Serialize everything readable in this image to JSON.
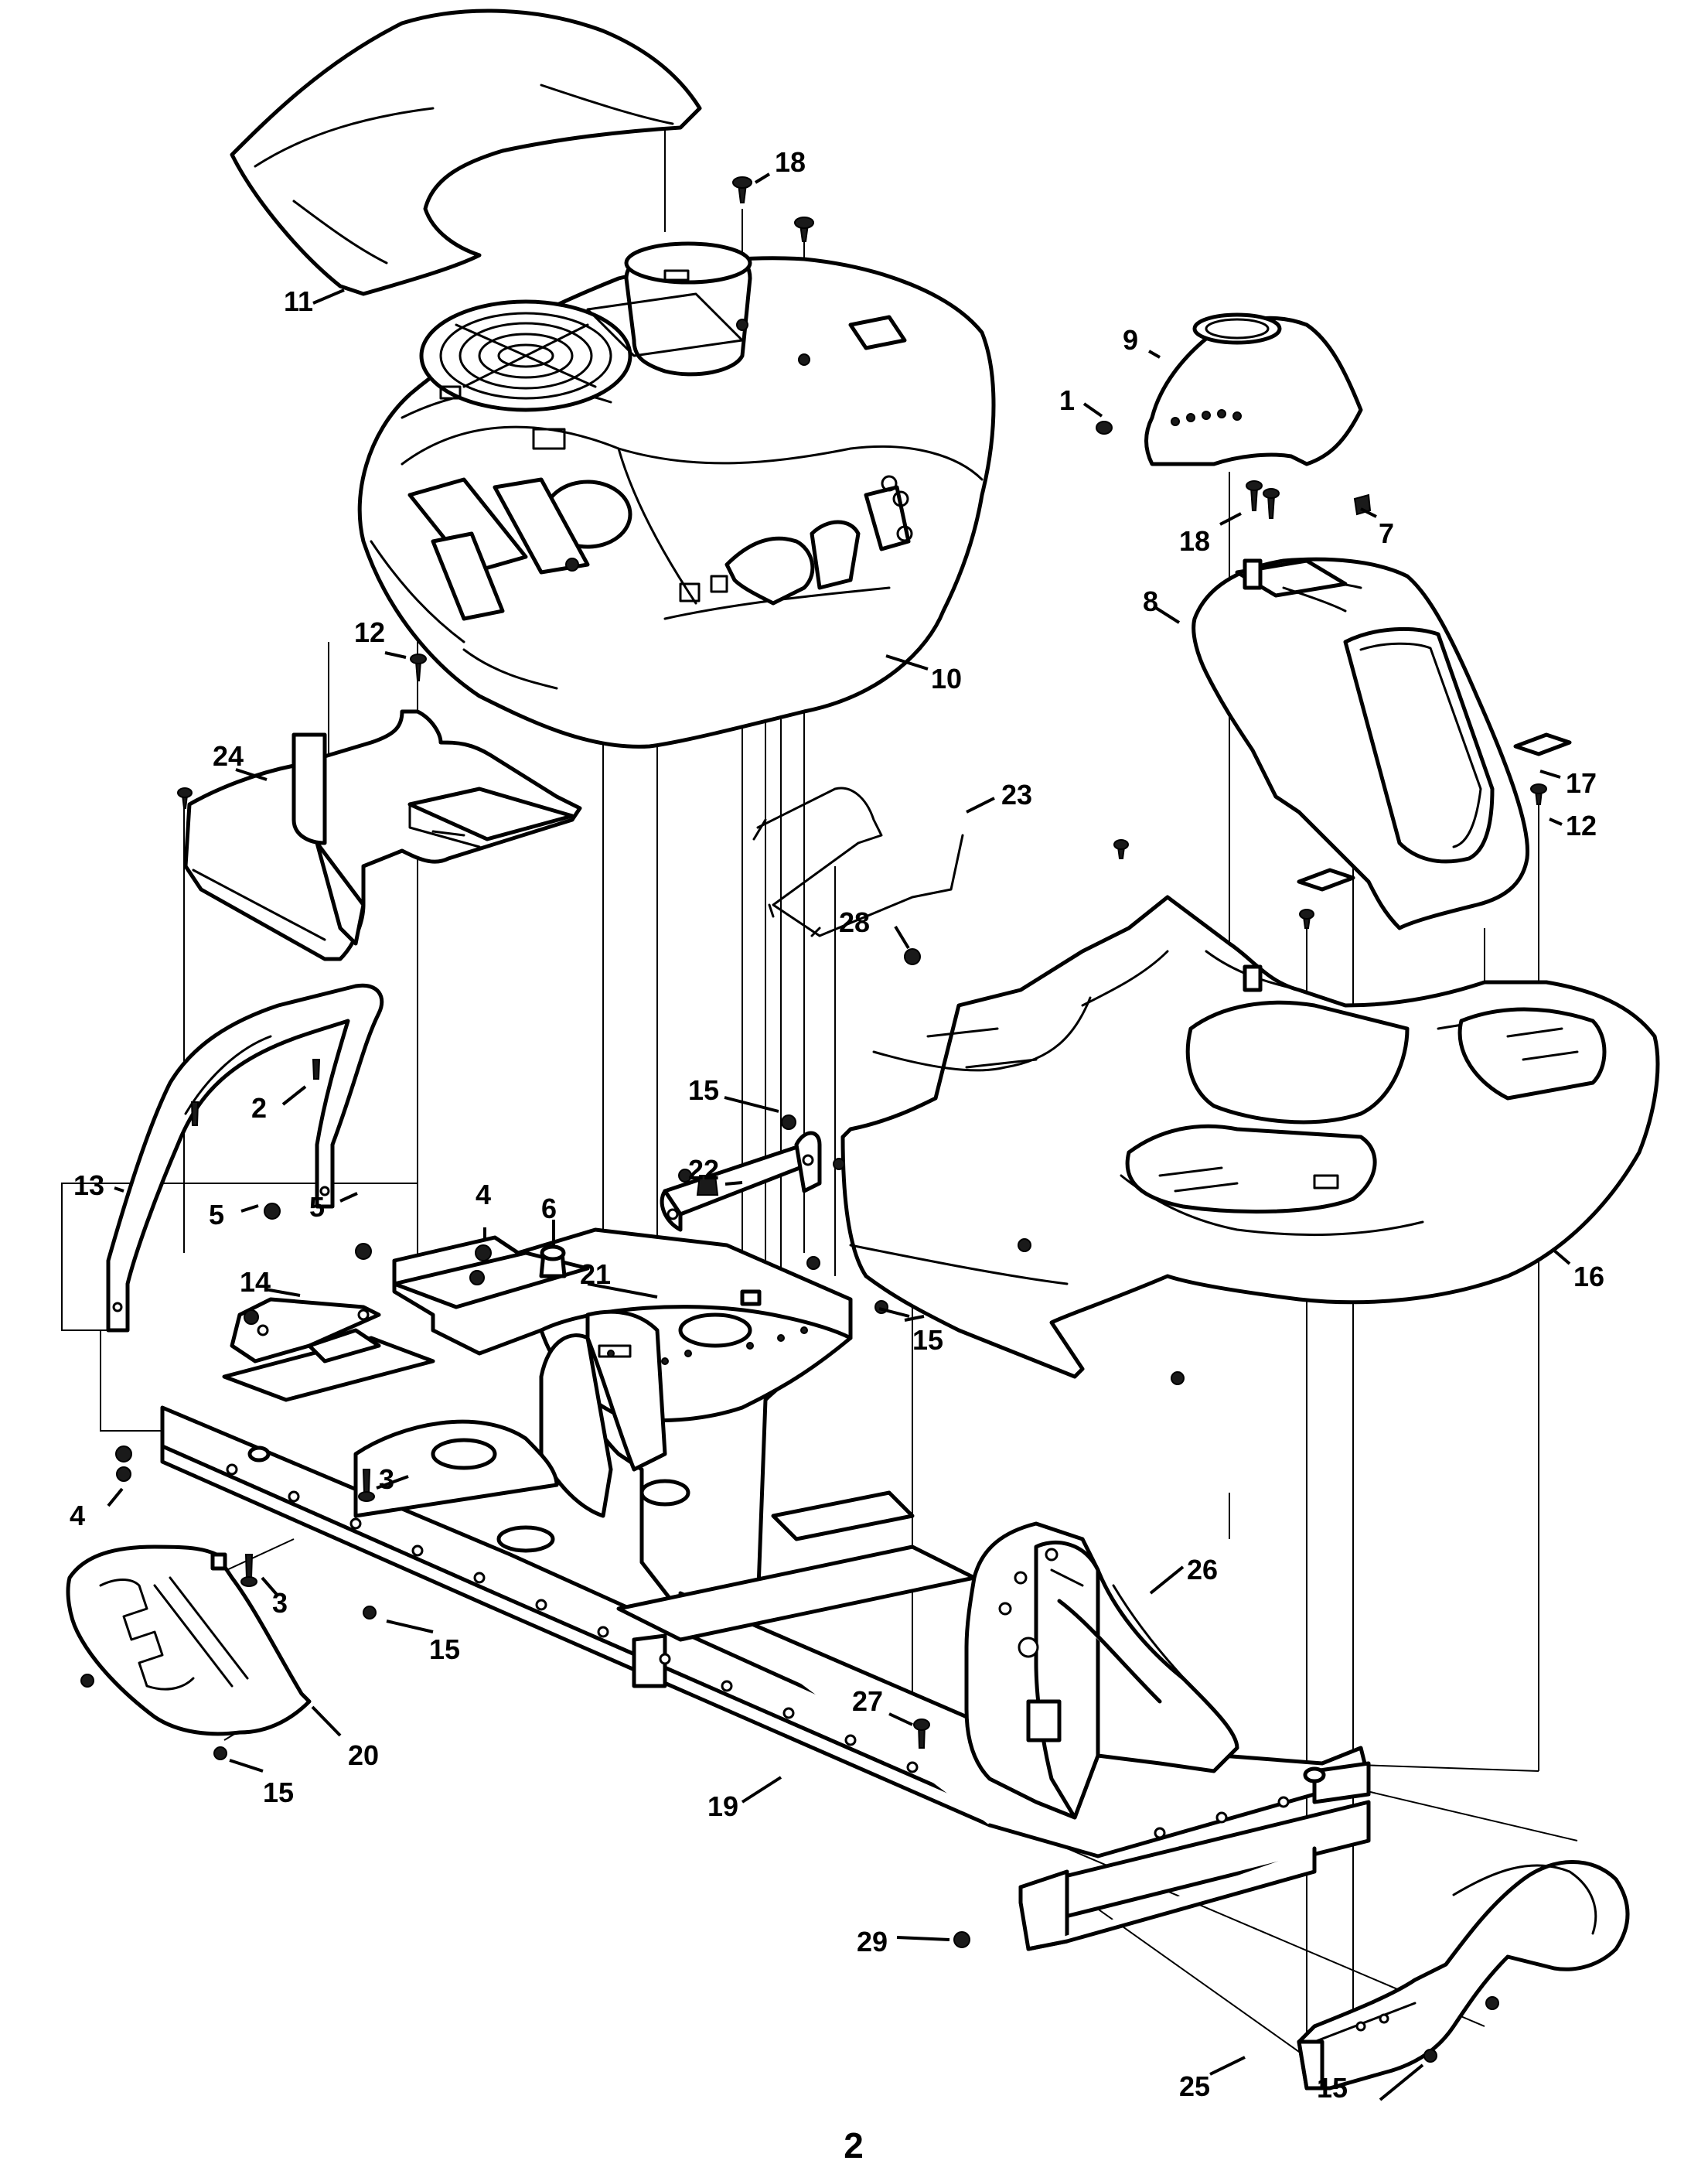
{
  "diagram": {
    "page_number": "2",
    "parts": [
      {
        "id": "p1",
        "label": "1",
        "name": "screw"
      },
      {
        "id": "p2",
        "label": "2",
        "name": "bolt"
      },
      {
        "id": "p3a",
        "label": "3",
        "name": "bolt"
      },
      {
        "id": "p3b",
        "label": "3",
        "name": "bolt"
      },
      {
        "id": "p4a",
        "label": "4",
        "name": "nut"
      },
      {
        "id": "p4b",
        "label": "4",
        "name": "nut"
      },
      {
        "id": "p5a",
        "label": "5",
        "name": "nut"
      },
      {
        "id": "p5b",
        "label": "5",
        "name": "nut"
      },
      {
        "id": "p6",
        "label": "6",
        "name": "bumper"
      },
      {
        "id": "p7",
        "label": "7",
        "name": "clip"
      },
      {
        "id": "p8",
        "label": "8",
        "name": "steering-column-cover"
      },
      {
        "id": "p9",
        "label": "9",
        "name": "dash-cover"
      },
      {
        "id": "p10",
        "label": "10",
        "name": "rear-body"
      },
      {
        "id": "p11",
        "label": "11",
        "name": "rear-cover"
      },
      {
        "id": "p12a",
        "label": "12",
        "name": "push-fastener"
      },
      {
        "id": "p12b",
        "label": "12",
        "name": "push-fastener"
      },
      {
        "id": "p13",
        "label": "13",
        "name": "rear-handle"
      },
      {
        "id": "p14",
        "label": "14",
        "name": "bracket"
      },
      {
        "id": "p15a",
        "label": "15",
        "name": "screw"
      },
      {
        "id": "p15b",
        "label": "15",
        "name": "screw"
      },
      {
        "id": "p15c",
        "label": "15",
        "name": "screw"
      },
      {
        "id": "p15d",
        "label": "15",
        "name": "screw"
      },
      {
        "id": "p15e",
        "label": "15",
        "name": "screw"
      },
      {
        "id": "p16",
        "label": "16",
        "name": "footrest-body"
      },
      {
        "id": "p17",
        "label": "17",
        "name": "plug"
      },
      {
        "id": "p18a",
        "label": "18",
        "name": "push-pin"
      },
      {
        "id": "p18b",
        "label": "18",
        "name": "push-pin"
      },
      {
        "id": "p19",
        "label": "19",
        "name": "frame"
      },
      {
        "id": "p20",
        "label": "20",
        "name": "height-adjust-plate"
      },
      {
        "id": "p21",
        "label": "21",
        "name": "seat-mount-plate"
      },
      {
        "id": "p22",
        "label": "22",
        "name": "seat-bracket"
      },
      {
        "id": "p23",
        "label": "23",
        "name": "wire-rod"
      },
      {
        "id": "p24",
        "label": "24",
        "name": "battery-tray"
      },
      {
        "id": "p25",
        "label": "25",
        "name": "front-bumper"
      },
      {
        "id": "p26",
        "label": "26",
        "name": "front-support"
      },
      {
        "id": "p27",
        "label": "27",
        "name": "bolt"
      },
      {
        "id": "p28",
        "label": "28",
        "name": "nut"
      },
      {
        "id": "p29",
        "label": "29",
        "name": "nut"
      }
    ]
  }
}
